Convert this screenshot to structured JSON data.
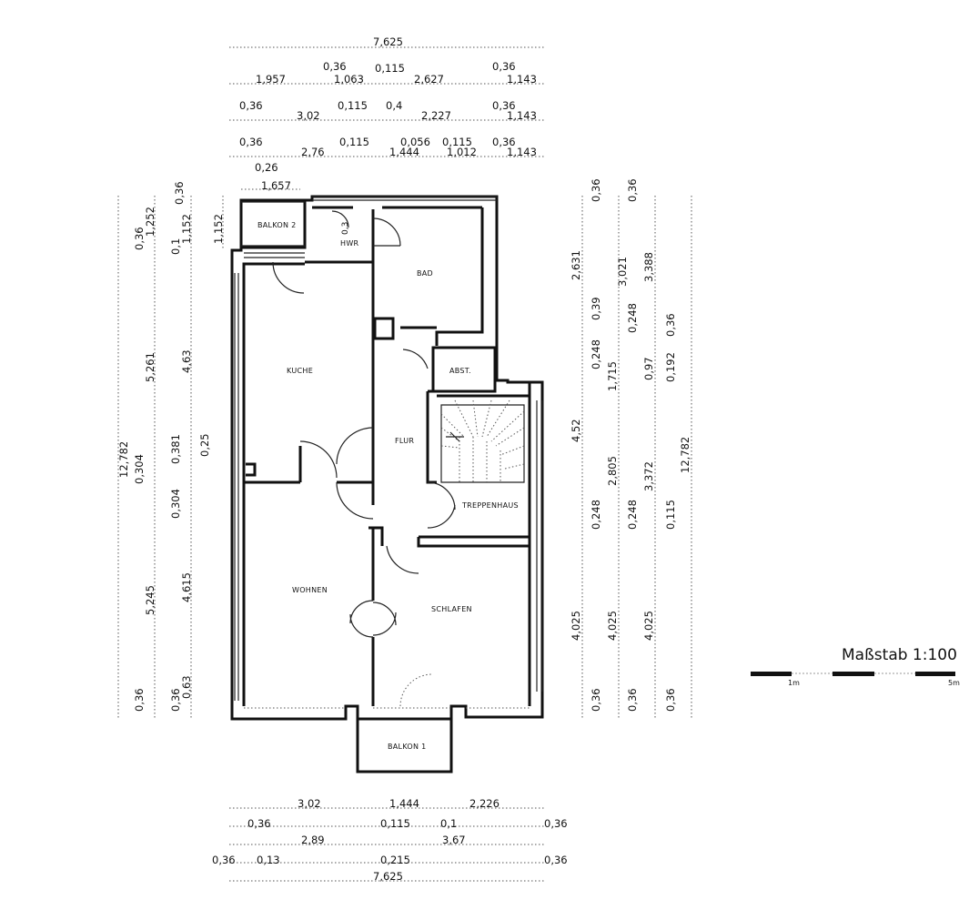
{
  "rooms": {
    "balkon2": "BALKON 2",
    "hwr": "HWR",
    "bad": "BAD",
    "kueche": "KUCHE",
    "abst": "ABST.",
    "flur": "FLUR",
    "treppenhaus": "TREPPENHAUS",
    "wohnen": "WOHNEN",
    "schlafen": "SCHLAFEN",
    "balkon1": "BALKON 1"
  },
  "scale": {
    "title": "Maßstab 1:100",
    "label_1m": "1m",
    "label_5m": "5m"
  },
  "dimensions": {
    "top": [
      "7,625",
      "1,957",
      "0,36",
      "1,063",
      "0,115",
      "2,627",
      "0,36",
      "1,143",
      "0,36",
      "3,02",
      "0,115",
      "0,4",
      "2,227",
      "0,36",
      "1,143",
      "0,36",
      "2,76",
      "0,115",
      "0,056",
      "1,444",
      "0,115",
      "1,012",
      "0,36",
      "1,143",
      "0,26",
      "1,657"
    ],
    "left": [
      "12,782",
      "0,36",
      "1,252",
      "0,1",
      "1,152",
      "0,36",
      "1,152",
      "5,261",
      "4,63",
      "0,304",
      "0,381",
      "0,25",
      "0,304",
      "5,245",
      "4,615",
      "0,36",
      "0,36",
      "0,63"
    ],
    "right": [
      "0,36",
      "0,36",
      "2,631",
      "3,021",
      "3,388",
      "0,39",
      "0,248",
      "0,36",
      "0,248",
      "1,715",
      "0,97",
      "0,192",
      "4,52",
      "2,805",
      "3,372",
      "12,782",
      "0,248",
      "0,248",
      "0,115",
      "4,025",
      "4,025",
      "4,025",
      "0,36",
      "0,36",
      "0,36"
    ],
    "bottom": [
      "3,02",
      "1,444",
      "2,226",
      "0,36",
      "0,115",
      "0,1",
      "0,36",
      "2,89",
      "3,67",
      "0,36",
      "0,13",
      "0,215",
      "0,36",
      "7,625"
    ],
    "hwr_inner": "0,3"
  }
}
